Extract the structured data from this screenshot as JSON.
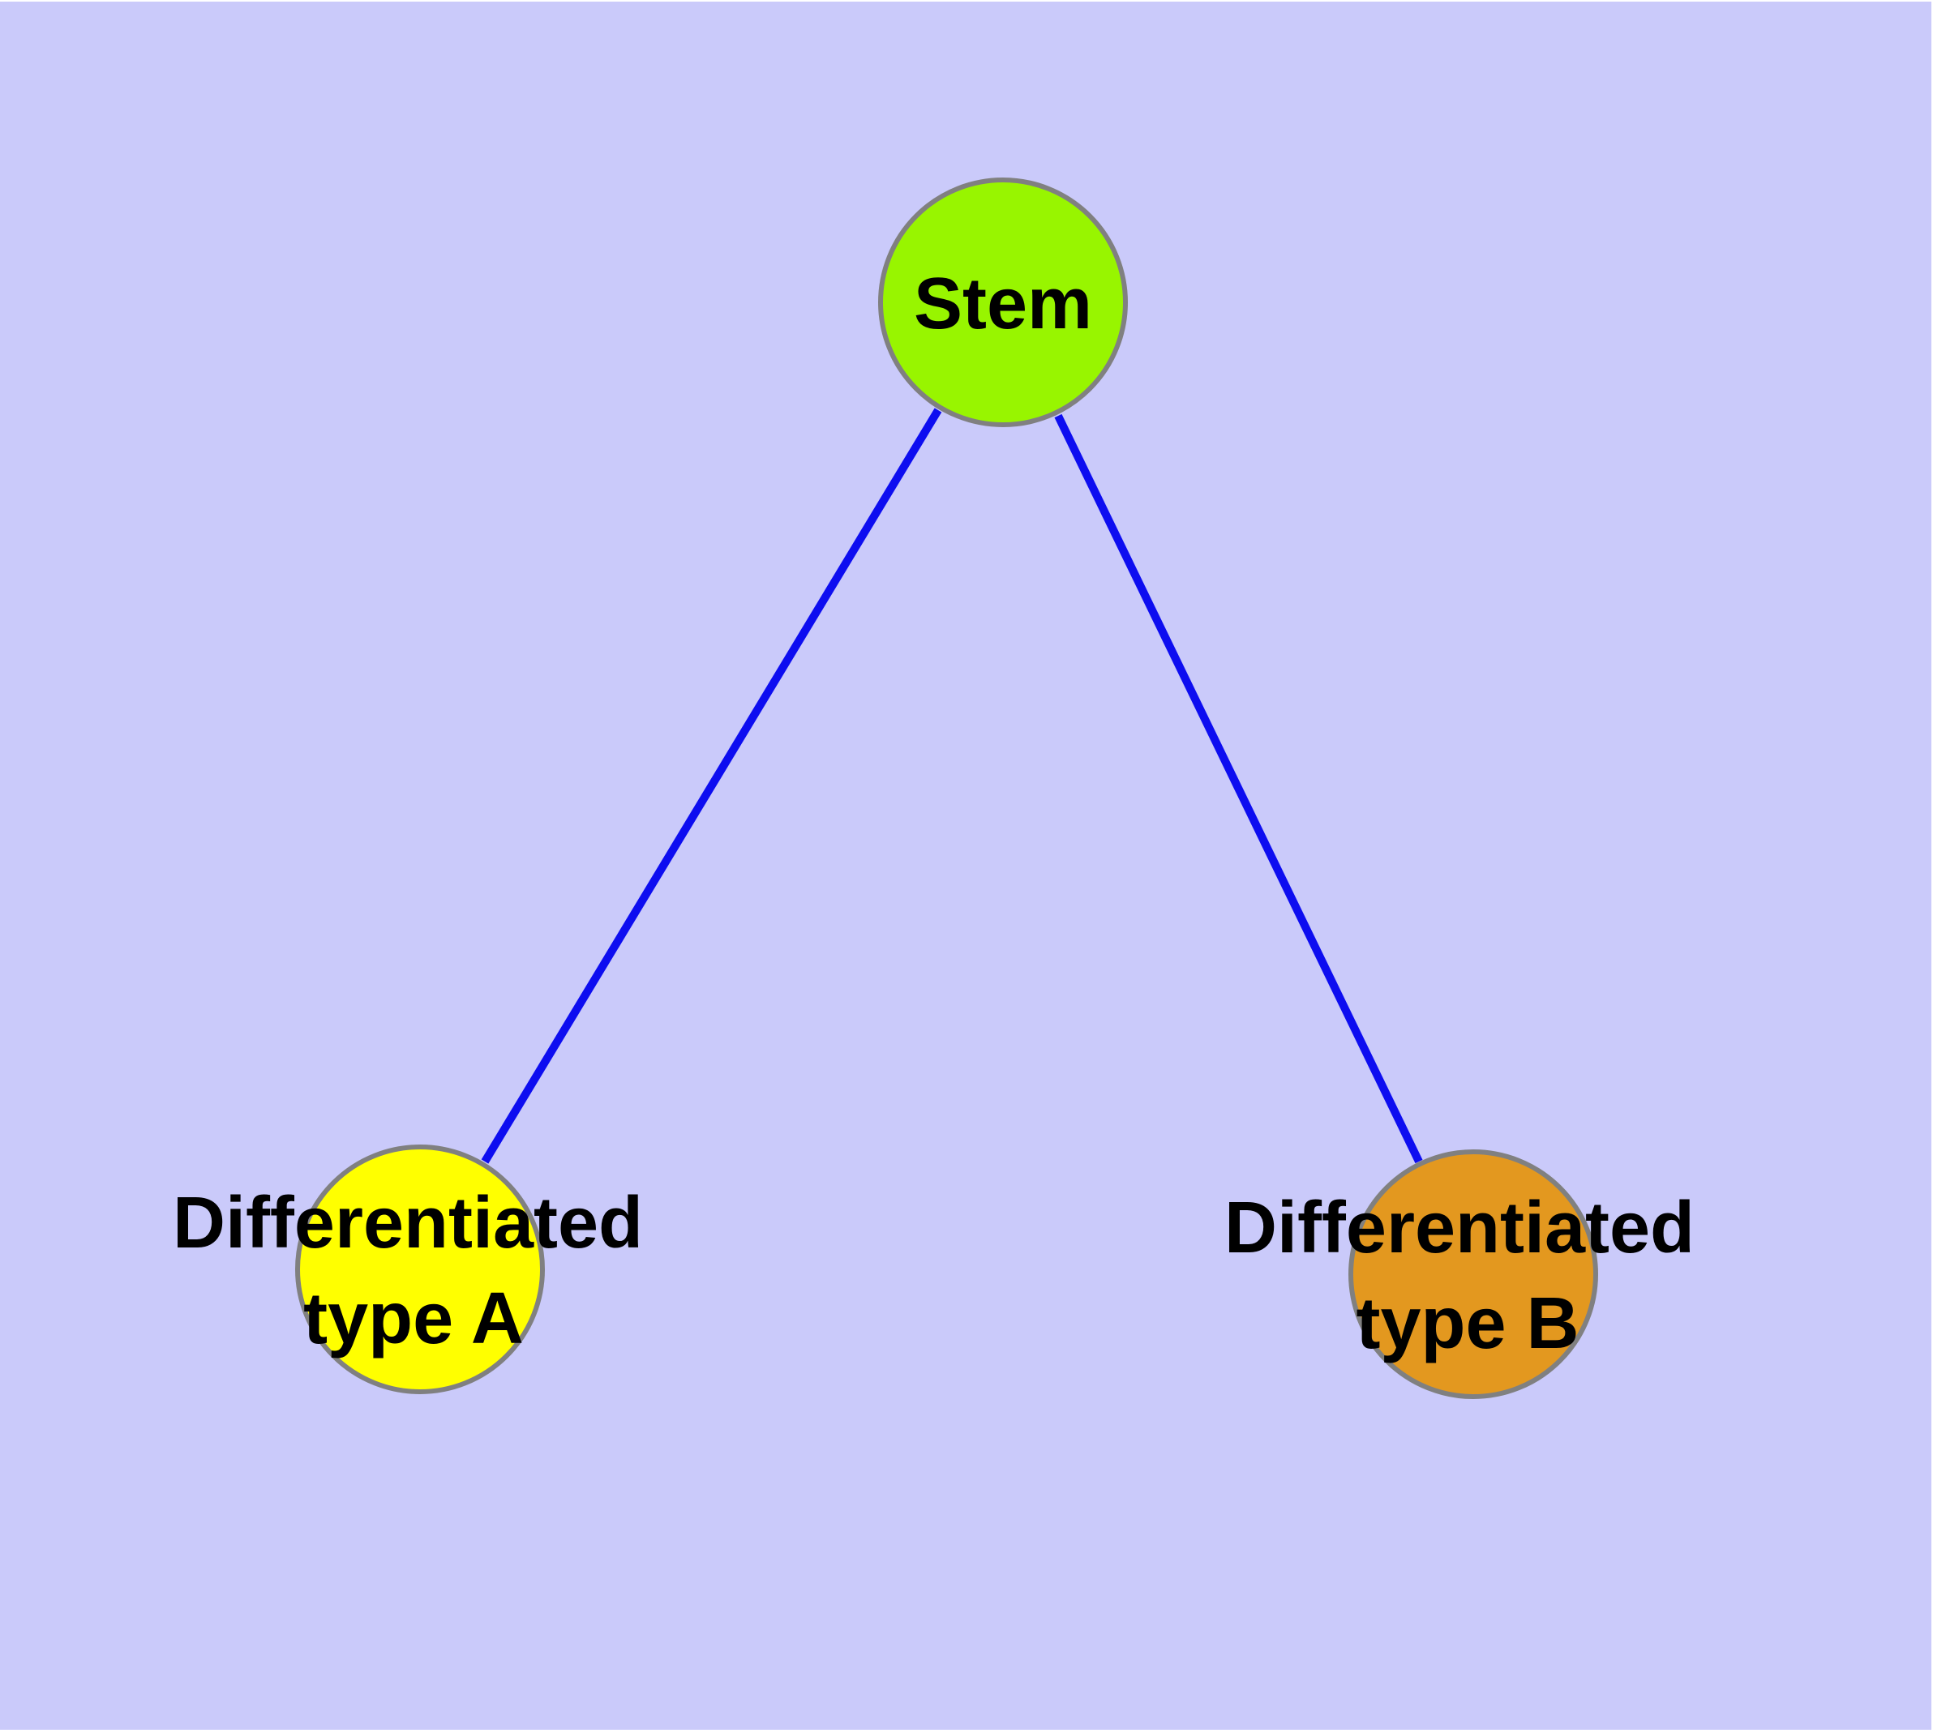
{
  "diagram": {
    "colors": {
      "page_margin": "#ffffff",
      "background": "#cacafa",
      "edge": "#0d0df0",
      "node_border": "#808080",
      "label_text": "#000000"
    },
    "nodes": {
      "stem": {
        "label": "Stem",
        "fill": "#98f500"
      },
      "type_a": {
        "label_line1": "Differentiated",
        "label_line2": "type A",
        "fill": "#ffff00"
      },
      "type_b": {
        "label_line1": "Differentiated",
        "label_line2": "type B",
        "fill": "#e3981f"
      }
    },
    "edges": [
      {
        "from": "Stem",
        "to": "Differentiated type A"
      },
      {
        "from": "Stem",
        "to": "Differentiated type B"
      }
    ]
  }
}
